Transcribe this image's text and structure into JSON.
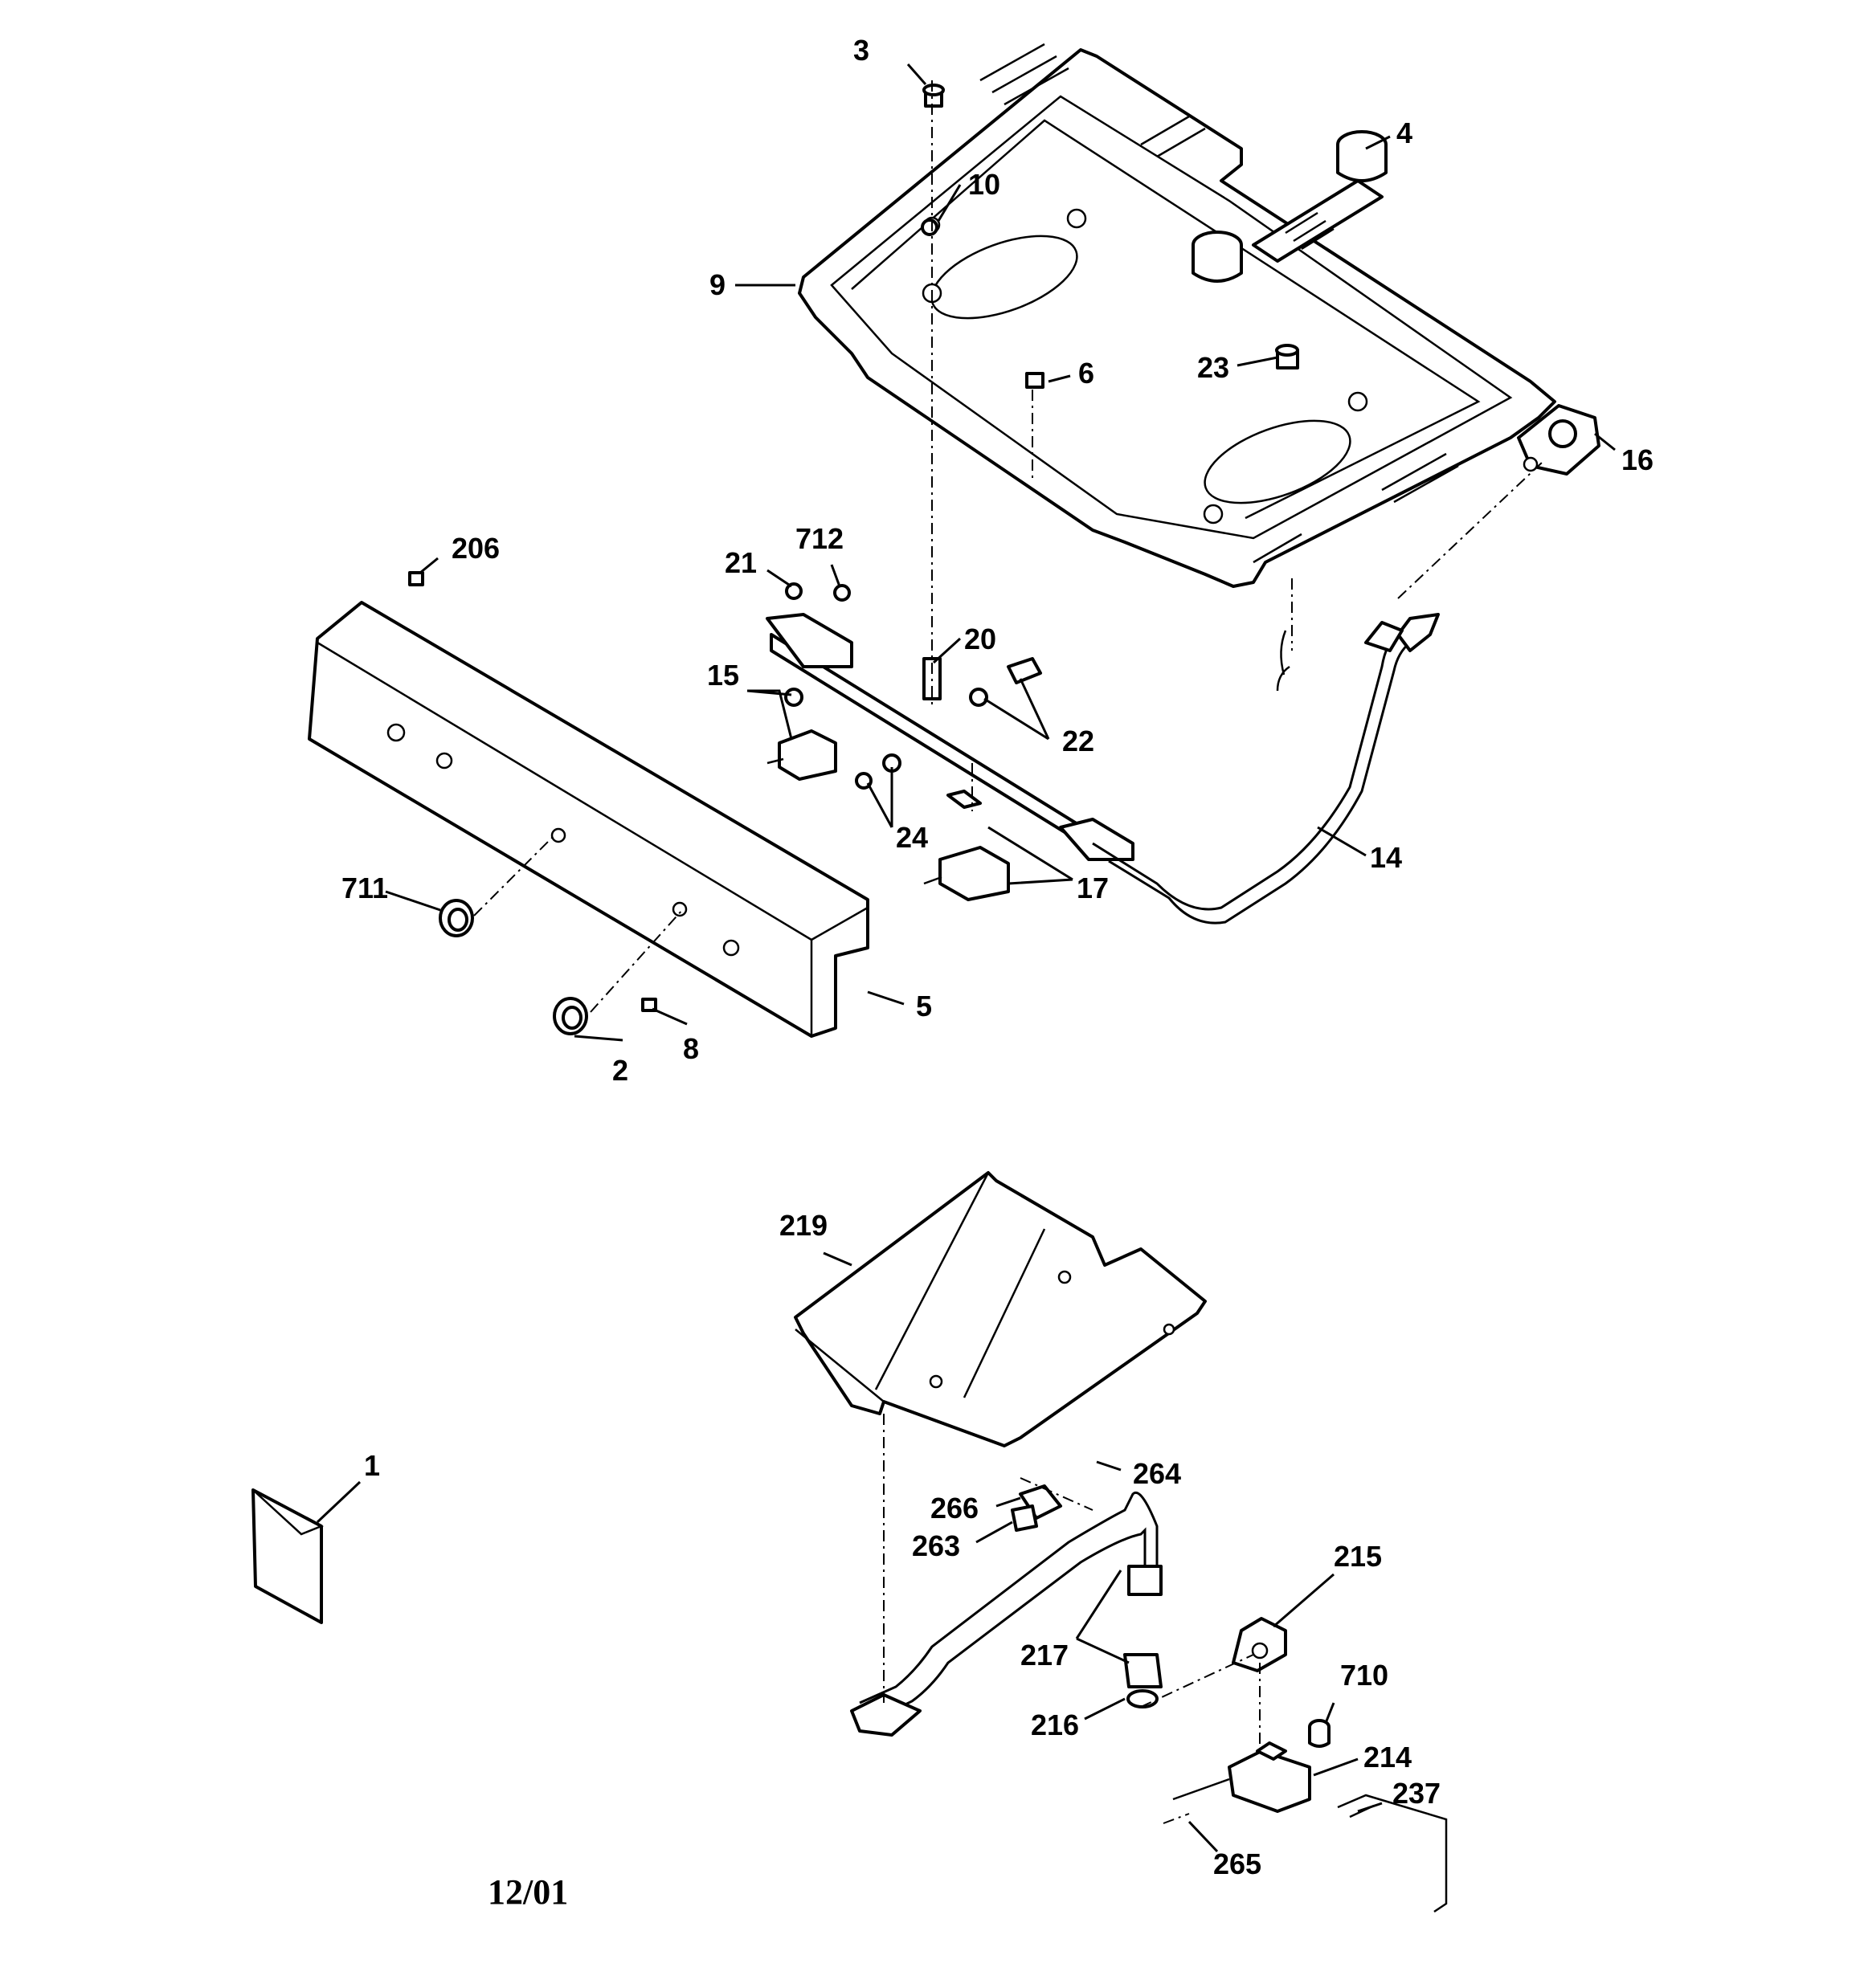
{
  "diagram": {
    "date_code": "12/01",
    "callouts": [
      {
        "id": "c3",
        "text": "3"
      },
      {
        "id": "c4",
        "text": "4"
      },
      {
        "id": "c10",
        "text": "10"
      },
      {
        "id": "c9",
        "text": "9"
      },
      {
        "id": "c6",
        "text": "6"
      },
      {
        "id": "c23",
        "text": "23"
      },
      {
        "id": "c16",
        "text": "16"
      },
      {
        "id": "c206",
        "text": "206"
      },
      {
        "id": "c21",
        "text": "21"
      },
      {
        "id": "c712",
        "text": "712"
      },
      {
        "id": "c20",
        "text": "20"
      },
      {
        "id": "c15",
        "text": "15"
      },
      {
        "id": "c22",
        "text": "22"
      },
      {
        "id": "c24",
        "text": "24"
      },
      {
        "id": "c14",
        "text": "14"
      },
      {
        "id": "c17",
        "text": "17"
      },
      {
        "id": "c711",
        "text": "711"
      },
      {
        "id": "c5",
        "text": "5"
      },
      {
        "id": "c2",
        "text": "2"
      },
      {
        "id": "c8",
        "text": "8"
      },
      {
        "id": "c219",
        "text": "219"
      },
      {
        "id": "c1",
        "text": "1"
      },
      {
        "id": "c264",
        "text": "264"
      },
      {
        "id": "c266",
        "text": "266"
      },
      {
        "id": "c263",
        "text": "263"
      },
      {
        "id": "c215",
        "text": "215"
      },
      {
        "id": "c217",
        "text": "217"
      },
      {
        "id": "c710",
        "text": "710"
      },
      {
        "id": "c216",
        "text": "216"
      },
      {
        "id": "c214",
        "text": "214"
      },
      {
        "id": "c237",
        "text": "237"
      },
      {
        "id": "c265",
        "text": "265"
      }
    ]
  }
}
